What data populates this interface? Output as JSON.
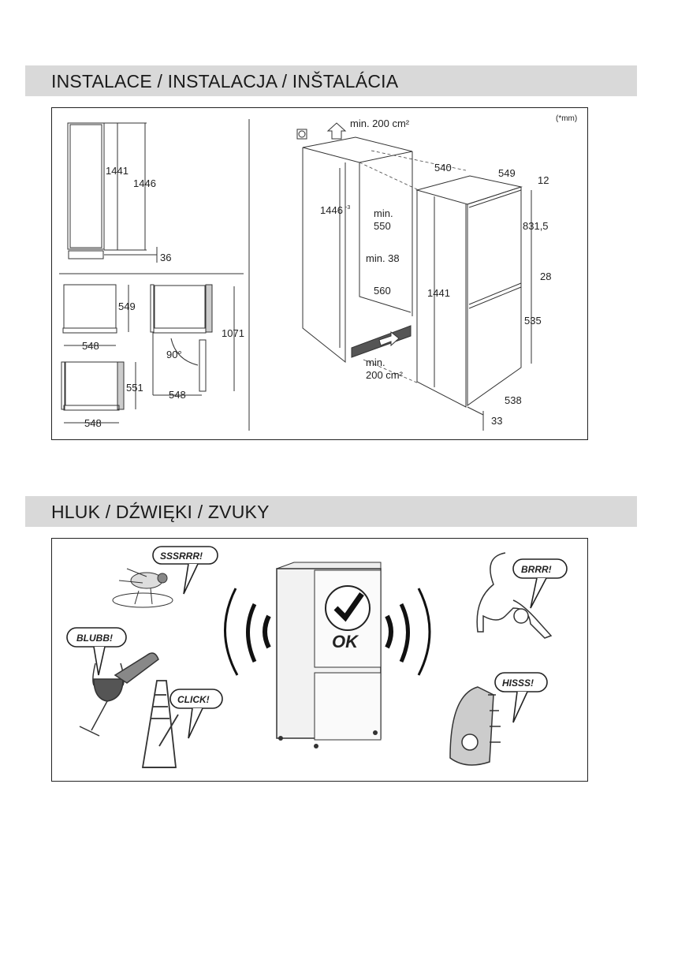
{
  "sections": {
    "installation": {
      "title": "INSTALACE / INSTALACJA / INŠTALÁCIA",
      "unit_note": "(*mm)",
      "side_view": {
        "height_inner": "1441",
        "height_outer": "1446",
        "plinth": "36"
      },
      "top_views": {
        "depth_a": "549",
        "width_a": "548",
        "depth_b": "551",
        "width_b": "548",
        "door_depth": "1071",
        "door_angle": "90°",
        "width_c": "548"
      },
      "niche": {
        "vent_top": "min. 200 cm²",
        "height": "1446",
        "height_tol": "-3",
        "depth_min_label": "min.",
        "depth_min": "550",
        "gap_label": "min. 38",
        "width": "560",
        "vent_bottom_label": "min.",
        "vent_bottom": "200 cm²"
      },
      "appliance": {
        "width": "540",
        "depth": "549",
        "top_gap": "12",
        "height": "1441",
        "upper_door": "831,5",
        "door_gap": "28",
        "lower_door": "535",
        "bottom_depth": "538",
        "feet": "33"
      }
    },
    "noise": {
      "title": "HLUK / DŹWIĘKI / ZVUKY",
      "bubbles": {
        "fly": "SSSRRR!",
        "cat": "BRRR!",
        "wine": "BLUBB!",
        "metronome": "CLICK!",
        "iron": "HISSS!"
      },
      "ok_label": "OK"
    }
  }
}
